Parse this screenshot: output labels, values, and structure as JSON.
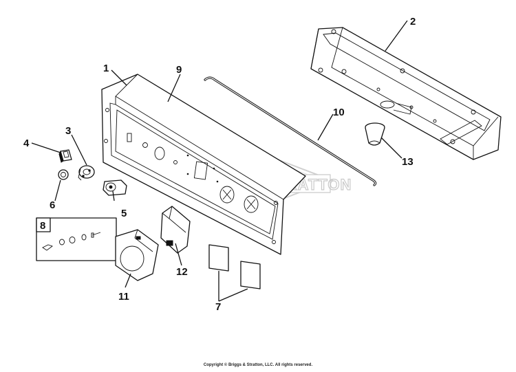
{
  "callouts": {
    "c1": "1",
    "c2": "2",
    "c3": "3",
    "c4": "4",
    "c5": "5",
    "c6": "6",
    "c7": "7",
    "c8": "8",
    "c9": "9",
    "c10": "10",
    "c11": "11",
    "c12": "12",
    "c13": "13"
  },
  "watermark": "BRIGGS&STRATTON",
  "copyright": "Copyright © Briggs & Stratton, LLC. All rights reserved."
}
